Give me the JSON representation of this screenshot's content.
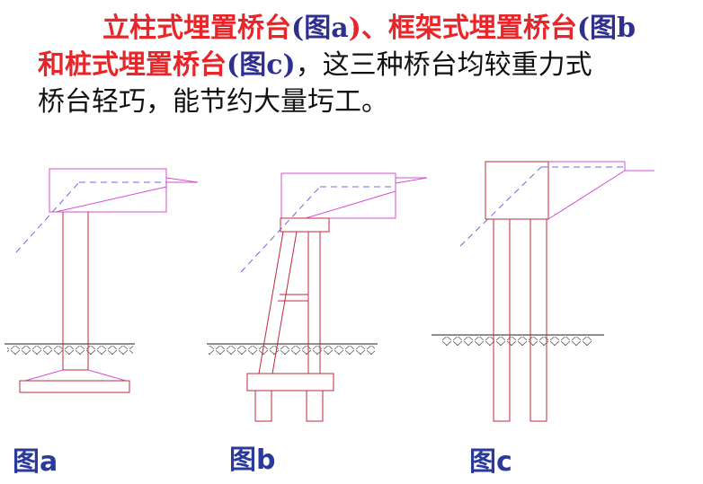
{
  "text": {
    "line1": [
      {
        "t": "立柱式埋置桥台",
        "c": "red"
      },
      {
        "t": "(图",
        "c": "blue"
      },
      {
        "t": "a",
        "c": "blue"
      },
      {
        "t": ")、",
        "c": "red"
      },
      {
        "t": "框架式埋置桥台",
        "c": "red"
      },
      {
        "t": "(图",
        "c": "blue"
      },
      {
        "t": "b",
        "c": "blue"
      }
    ],
    "line2": [
      {
        "t": "和桩式埋置桥台",
        "c": "red"
      },
      {
        "t": "(图",
        "c": "blue"
      },
      {
        "t": "c",
        "c": "blue"
      },
      {
        "t": ")",
        "c": "blue"
      },
      {
        "t": "，这三种桥台均较重力式",
        "c": "black"
      }
    ],
    "line3": [
      {
        "t": "桥台轻巧，能节约大量圬工。",
        "c": "black"
      }
    ]
  },
  "captions": {
    "a": "图a",
    "b": "图b",
    "c": "图c"
  },
  "colors": {
    "structure": "#c0283c",
    "cap_magenta": "#d34fd3",
    "dash_blue": "#5a5ae0",
    "ground": "#222222",
    "caption_blue": "#2a3a9a",
    "title_red": "#e8262a"
  }
}
